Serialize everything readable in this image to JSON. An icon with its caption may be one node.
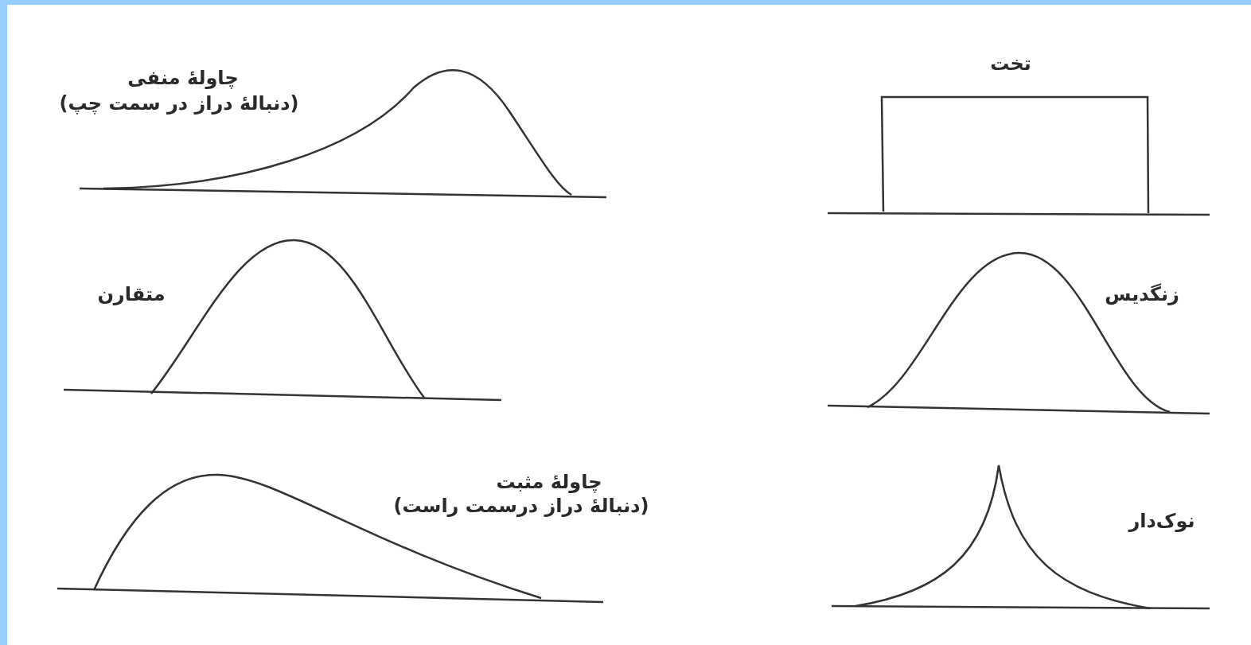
{
  "diagram": {
    "labels": [
      "تخت",
      "چاولهٔ منفی",
      "(دنبالهٔ دراز در سمت چپ)",
      "زنگدیس",
      "متقارن",
      "چاولهٔ مثبت",
      "(دنبالهٔ دراز درسمت راست)",
      "نوک‌دار"
    ]
  }
}
